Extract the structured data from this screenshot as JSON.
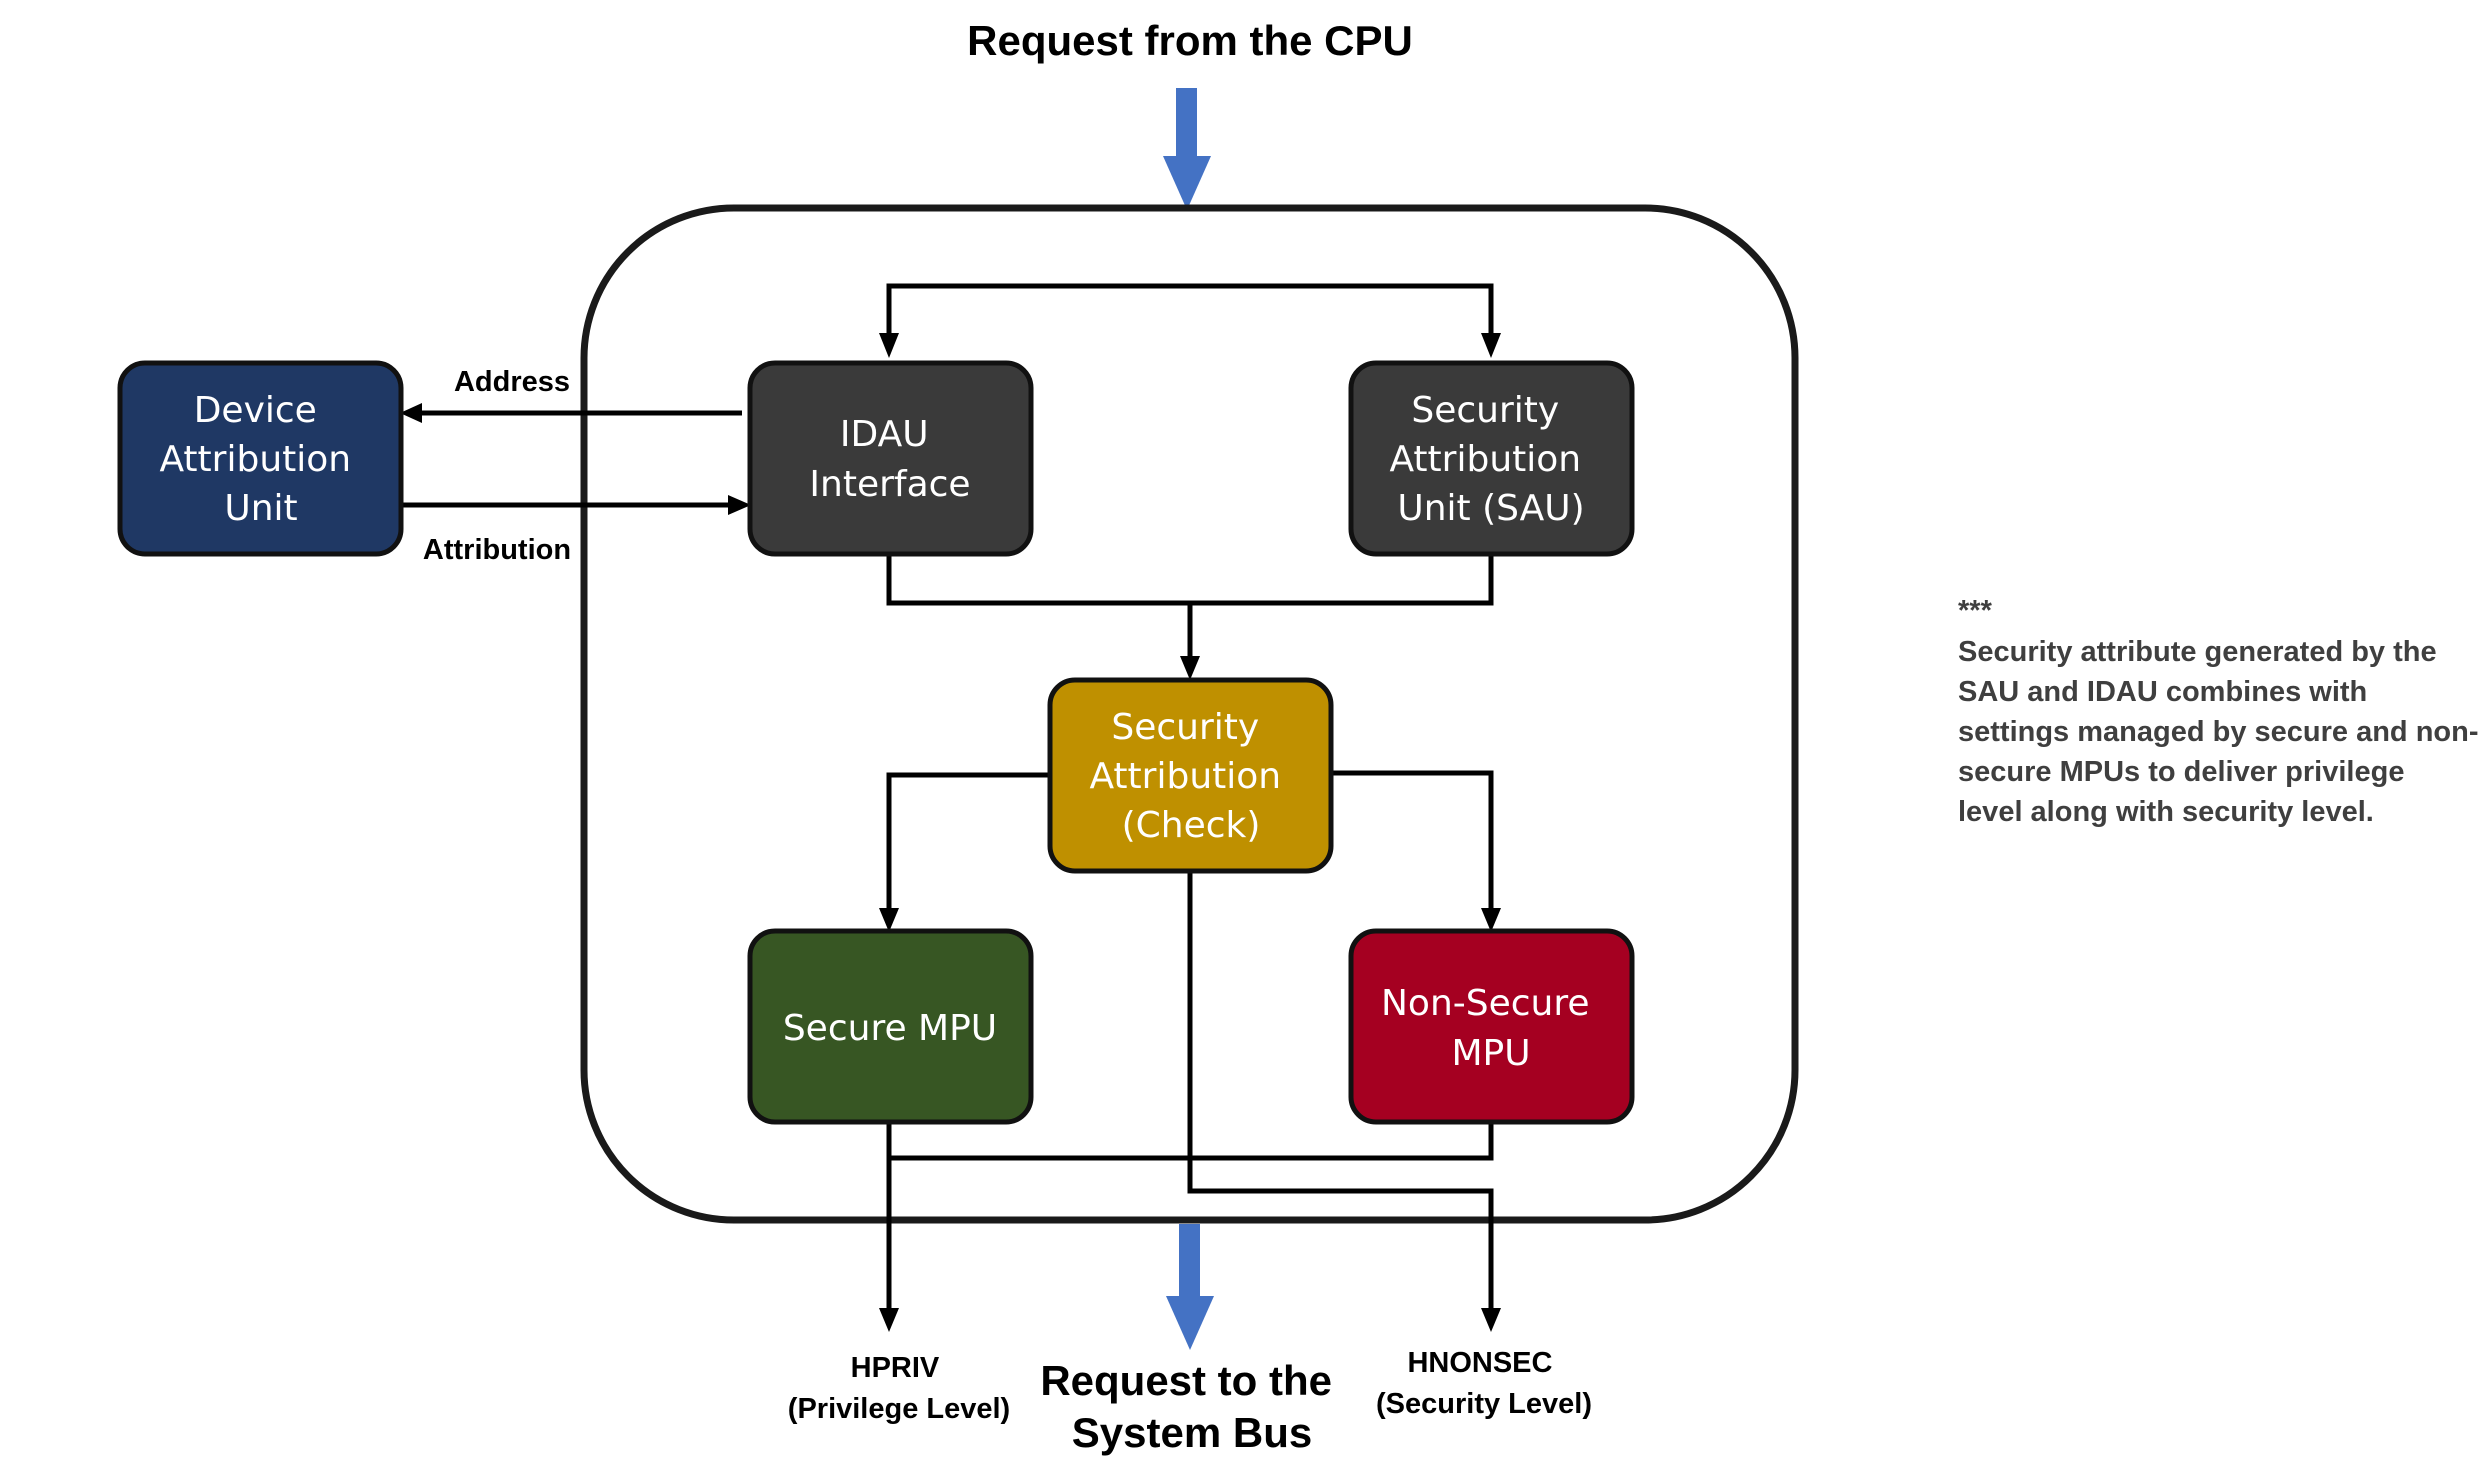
{
  "title_top": "Request from the CPU",
  "title_bottom": [
    "Request to the",
    "System Bus"
  ],
  "blocks": {
    "device_attribution_unit": {
      "lines": [
        "Device",
        "Attribution",
        "Unit"
      ],
      "color": "#1f3864"
    },
    "idau_interface": {
      "lines": [
        "IDAU",
        "Interface"
      ],
      "color": "#3a3a3a"
    },
    "sau": {
      "lines": [
        "Security",
        "Attribution",
        "Unit (SAU)"
      ],
      "color": "#3a3a3a"
    },
    "security_check": {
      "lines": [
        "Security",
        "Attribution",
        "(Check)"
      ],
      "color": "#bf9000"
    },
    "secure_mpu": {
      "lines": [
        "Secure MPU"
      ],
      "color": "#375623"
    },
    "non_secure_mpu": {
      "lines": [
        "Non-Secure",
        "MPU"
      ],
      "color": "#a50021"
    }
  },
  "edge_labels": {
    "address": "Address",
    "attribution": "Attribution"
  },
  "outputs": {
    "hpriv": [
      "HPRIV",
      "(Privilege Level)"
    ],
    "hnonsec": [
      "HNONSEC",
      "(Security Level)"
    ]
  },
  "note": {
    "marker": "***",
    "lines": [
      "Security attribute generated by the",
      "SAU and IDAU combines with",
      "settings managed by secure and non-",
      "secure MPUs to deliver privilege",
      "level along with security level."
    ]
  },
  "colors": {
    "flow_arrow": "#4472c4"
  }
}
